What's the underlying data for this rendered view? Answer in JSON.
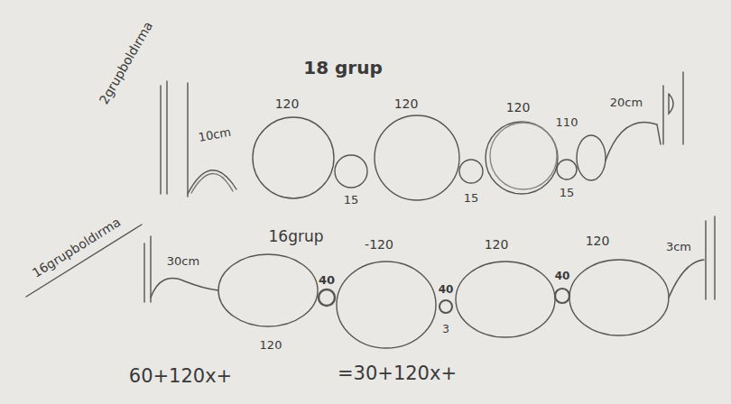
{
  "diagram": {
    "labels": [
      "2grupboldırma",
      "18 grup",
      "10cm",
      "120",
      "120",
      "120",
      "110",
      "20cm",
      "15",
      "15",
      "15",
      "16grupboldırma",
      "30cm",
      "16grup",
      "-120",
      "120",
      "120",
      "3cm",
      "40",
      "40",
      "40",
      "3",
      "120",
      "60+120x+",
      "=30+120x+"
    ]
  }
}
